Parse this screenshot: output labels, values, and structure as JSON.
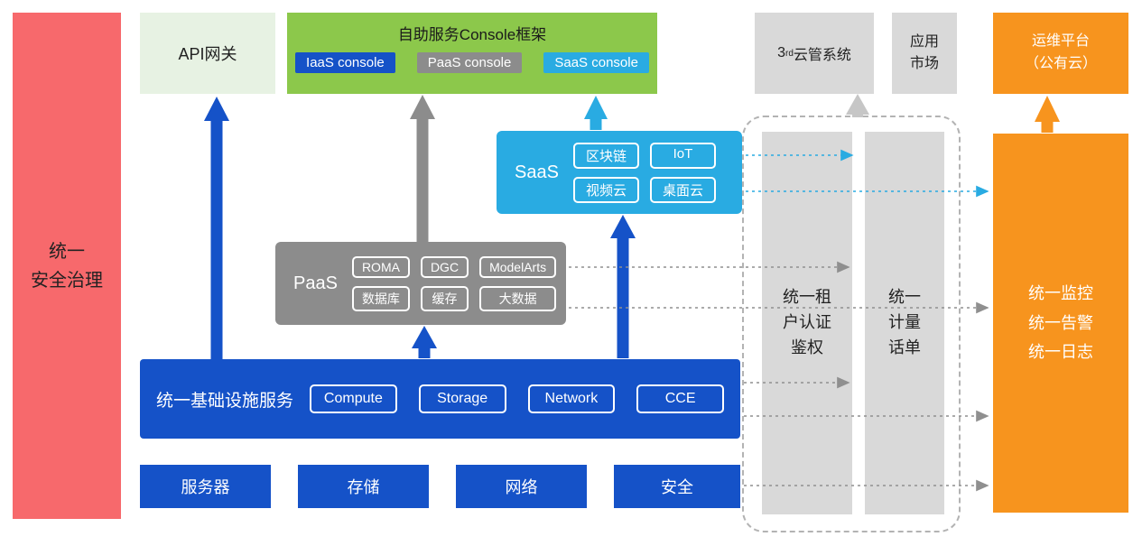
{
  "colors": {
    "blue": "#1552C8",
    "light_blue": "#29ABE2",
    "green": "#8CC84B",
    "light_green": "#E7F2E3",
    "gray": "#8C8C8C",
    "light_gray": "#D9D9D9",
    "orange": "#F7941E",
    "red": "#F7696C"
  },
  "security_bar": {
    "label": "统一\n安全治理"
  },
  "api_gateway": {
    "label": "API网关"
  },
  "console_frame": {
    "title": "自助服务Console框架",
    "badges": [
      {
        "label": "IaaS console"
      },
      {
        "label": "PaaS console"
      },
      {
        "label": "SaaS console"
      }
    ]
  },
  "third_party_cloud": {
    "num": "3",
    "sup": "rd",
    "label": "云管系统"
  },
  "app_market": {
    "label": "应用\n市场"
  },
  "om_platform_top": {
    "label": "运维平台\n（公有云）"
  },
  "saas": {
    "label": "SaaS",
    "items": [
      "区块链",
      "IoT",
      "视频云",
      "桌面云"
    ]
  },
  "paas": {
    "label": "PaaS",
    "items": [
      "ROMA",
      "DGC",
      "ModelArts",
      "数据库",
      "缓存",
      "大数据"
    ]
  },
  "iaas": {
    "label": "统一基础设施服务",
    "items": [
      "Compute",
      "Storage",
      "Network",
      "CCE"
    ]
  },
  "hardware": {
    "items": [
      "服务器",
      "存储",
      "网络",
      "安全"
    ]
  },
  "auth_bar": {
    "label": "统一租\n户认证\n鉴权"
  },
  "metering_bar": {
    "label": "统一\n计量\n话单"
  },
  "om_panel_right": {
    "label": "统一监控\n统一告警\n统一日志"
  }
}
